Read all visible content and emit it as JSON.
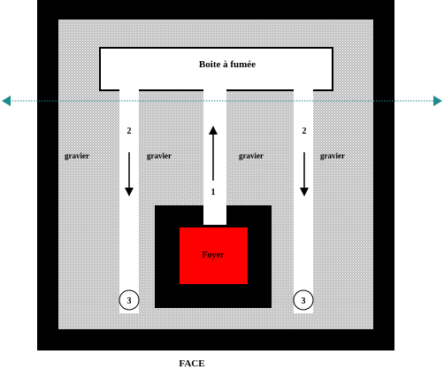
{
  "labels": {
    "smoke_box": "Boite à fumée",
    "firebox": "Foyer",
    "gravel_left_outer": "gravier",
    "gravel_left_inner": "gravier",
    "gravel_right_inner": "gravier",
    "gravel_right_outer": "gravier",
    "flow_center": "1",
    "flow_left": "2",
    "flow_right": "2",
    "inlet_left": "3",
    "inlet_right": "3",
    "view_caption": "FACE"
  },
  "colors": {
    "outer_frame": "#000000",
    "gravel_fill_base": "#c8c8c8",
    "gravel_dot": "#ffffff",
    "channel": "#ffffff",
    "firebox_frame": "#000000",
    "fire": "#ff0000",
    "axis_line": "#1f8a8a"
  }
}
